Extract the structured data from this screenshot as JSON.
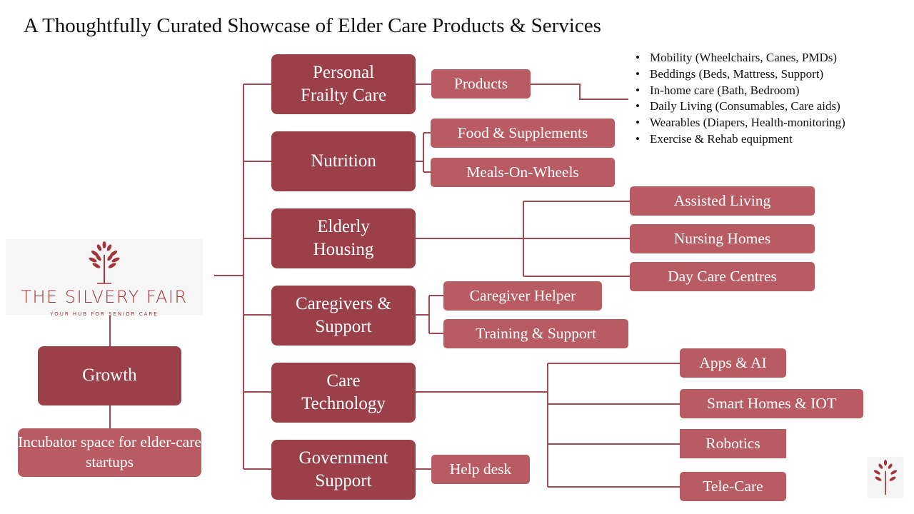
{
  "title": "A Thoughtfully Curated Showcase of Elder Care Products & Services",
  "logo": {
    "name": "THE SILVERY FAIR",
    "tagline": "YOUR HUB FOR SENIOR CARE"
  },
  "growth": {
    "label": "Growth",
    "detail": "Incubator space for elder-care startups"
  },
  "categories": [
    {
      "label": "Personal Frailty Care",
      "children": [
        "Products"
      ]
    },
    {
      "label": "Nutrition",
      "children": [
        "Food & Supplements",
        "Meals-On-Wheels"
      ]
    },
    {
      "label": "Elderly Housing",
      "children": [
        "Assisted Living",
        "Nursing Homes",
        "Day Care Centres"
      ]
    },
    {
      "label": "Caregivers & Support",
      "children": [
        "Caregiver Helper",
        "Training & Support"
      ]
    },
    {
      "label": "Care Technology",
      "children": [
        "Apps & AI",
        "Smart Homes & IOT",
        "Robotics",
        "Tele-Care"
      ]
    },
    {
      "label": "Government Support",
      "children": [
        "Help desk"
      ]
    }
  ],
  "product_list": [
    "Mobility (Wheelchairs, Canes, PMDs)",
    "Beddings (Beds, Mattress, Support)",
    "In-home care (Bath, Bedroom)",
    "Daily Living (Consumables, Care aids)",
    "Wearables (Diapers, Health-monitoring)",
    "Exercise & Rehab equipment"
  ],
  "colors": {
    "primary": "#9b3f48",
    "secondary": "#b95b63",
    "line": "#a2474f"
  }
}
